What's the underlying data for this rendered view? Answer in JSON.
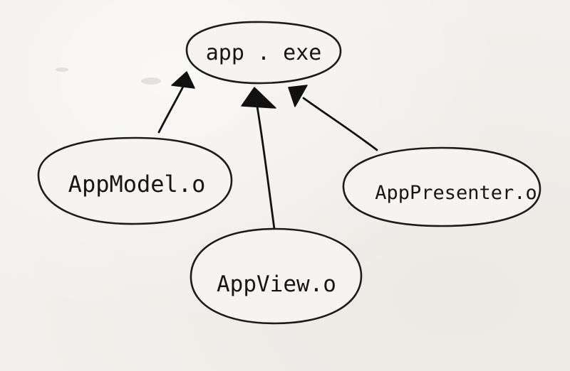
{
  "diagram": {
    "nodes": [
      {
        "id": "app-exe",
        "label": "app . exe"
      },
      {
        "id": "app-model",
        "label": "AppModel.o"
      },
      {
        "id": "app-view",
        "label": "AppView.o"
      },
      {
        "id": "app-presenter",
        "label": "AppPresenter.o"
      }
    ],
    "edges": [
      {
        "from": "app-model",
        "to": "app-exe"
      },
      {
        "from": "app-view",
        "to": "app-exe"
      },
      {
        "from": "app-presenter",
        "to": "app-exe"
      }
    ],
    "colors": {
      "ink": "#111111",
      "paper": "#f2f0ec"
    }
  }
}
